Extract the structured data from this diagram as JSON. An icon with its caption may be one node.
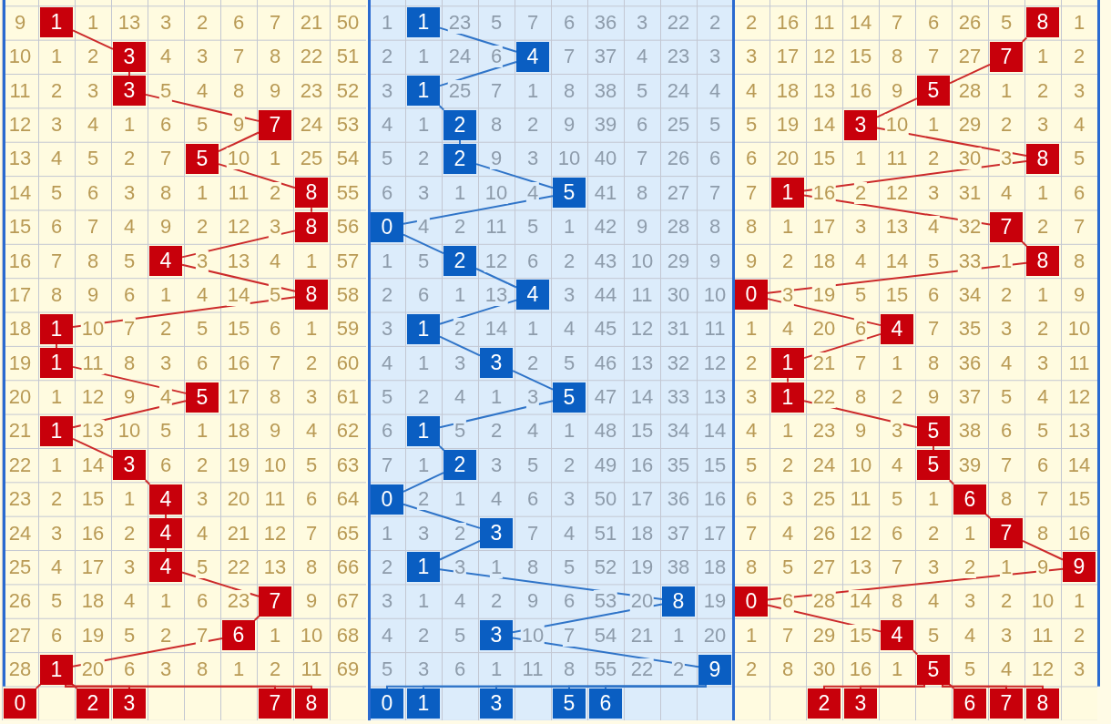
{
  "diagram": {
    "nodes": [
      {
        "text": [
          "1"
        ]
      },
      {
        "text": [
          "1"
        ]
      },
      {
        "text": [
          "8"
        ]
      },
      {
        "text": [
          "3"
        ]
      },
      {
        "text": [
          "4"
        ]
      },
      {
        "text": [
          "7"
        ]
      },
      {
        "text": [
          "3"
        ]
      },
      {
        "text": [
          "1"
        ]
      },
      {
        "text": [
          "5"
        ]
      },
      {
        "text": [
          "7"
        ]
      },
      {
        "text": [
          "2"
        ]
      },
      {
        "text": [
          "3"
        ]
      },
      {
        "text": [
          "5"
        ]
      },
      {
        "text": [
          "2"
        ]
      },
      {
        "text": [
          "8"
        ]
      },
      {
        "text": [
          "8"
        ]
      },
      {
        "text": [
          "5"
        ]
      },
      {
        "text": [
          "1"
        ]
      },
      {
        "text": [
          "8"
        ]
      },
      {
        "text": [
          "0"
        ]
      },
      {
        "text": [
          "7"
        ]
      },
      {
        "text": [
          "4"
        ]
      },
      {
        "text": [
          "2"
        ]
      },
      {
        "text": [
          "8"
        ]
      },
      {
        "text": [
          "8"
        ]
      },
      {
        "text": [
          "4"
        ]
      },
      {
        "text": [
          "0"
        ]
      },
      {
        "text": [
          "1"
        ]
      },
      {
        "text": [
          "1"
        ]
      },
      {
        "text": [
          "4"
        ]
      },
      {
        "text": [
          "1"
        ]
      },
      {
        "text": [
          "3"
        ]
      },
      {
        "text": [
          "1"
        ]
      },
      {
        "text": [
          "5"
        ]
      },
      {
        "text": [
          "5"
        ]
      },
      {
        "text": [
          "1"
        ]
      },
      {
        "text": [
          "1"
        ]
      },
      {
        "text": [
          "1"
        ]
      },
      {
        "text": [
          "5"
        ]
      },
      {
        "text": [
          "3"
        ]
      },
      {
        "text": [
          "2"
        ]
      },
      {
        "text": [
          "5"
        ]
      },
      {
        "text": [
          "4"
        ]
      },
      {
        "text": [
          "0"
        ]
      },
      {
        "text": [
          "6"
        ]
      },
      {
        "text": [
          "4"
        ]
      },
      {
        "text": [
          "3"
        ]
      },
      {
        "text": [
          "7"
        ]
      },
      {
        "text": [
          "4"
        ]
      },
      {
        "text": [
          "1"
        ]
      },
      {
        "text": [
          "9"
        ]
      },
      {
        "text": [
          "7"
        ]
      },
      {
        "text": [
          "8"
        ]
      },
      {
        "text": [
          "0"
        ]
      },
      {
        "text": [
          "6"
        ]
      },
      {
        "text": [
          "3"
        ]
      },
      {
        "text": [
          "4"
        ]
      },
      {
        "text": [
          "1"
        ]
      },
      {
        "text": [
          "9"
        ]
      },
      {
        "text": [
          "5"
        ]
      },
      {
        "text": [
          "0"
        ]
      },
      {
        "text": [
          "2"
        ]
      },
      {
        "text": [
          "3"
        ]
      },
      {
        "text": [
          "7"
        ]
      },
      {
        "text": [
          "8"
        ]
      },
      {
        "text": [
          "0"
        ]
      },
      {
        "text": [
          "1"
        ]
      },
      {
        "text": [
          "3"
        ]
      },
      {
        "text": [
          "5"
        ]
      },
      {
        "text": [
          "6"
        ]
      },
      {
        "text": [
          "2"
        ]
      },
      {
        "text": [
          "3"
        ]
      },
      {
        "text": [
          "6"
        ]
      },
      {
        "text": [
          "7"
        ]
      },
      {
        "text": [
          "8"
        ]
      }
    ],
    "edges": [
      {
        "from": 0,
        "to": 3,
        "arrow": "none"
      },
      {
        "from": 3,
        "to": 6,
        "arrow": "none"
      },
      {
        "from": 6,
        "to": 9,
        "arrow": "none"
      },
      {
        "from": 9,
        "to": 12,
        "arrow": "none"
      },
      {
        "from": 12,
        "to": 15,
        "arrow": "none"
      },
      {
        "from": 15,
        "to": 18,
        "arrow": "none"
      },
      {
        "from": 18,
        "to": 21,
        "arrow": "none"
      },
      {
        "from": 21,
        "to": 24,
        "arrow": "none"
      },
      {
        "from": 24,
        "to": 27,
        "arrow": "none"
      },
      {
        "from": 27,
        "to": 30,
        "arrow": "none"
      },
      {
        "from": 30,
        "to": 33,
        "arrow": "none"
      },
      {
        "from": 33,
        "to": 36,
        "arrow": "none"
      },
      {
        "from": 36,
        "to": 39,
        "arrow": "none"
      },
      {
        "from": 39,
        "to": 42,
        "arrow": "none"
      },
      {
        "from": 42,
        "to": 45,
        "arrow": "none"
      },
      {
        "from": 45,
        "to": 48,
        "arrow": "none"
      },
      {
        "from": 48,
        "to": 51,
        "arrow": "none"
      },
      {
        "from": 51,
        "to": 54,
        "arrow": "none"
      },
      {
        "from": 54,
        "to": 57,
        "arrow": "none"
      },
      {
        "from": 1,
        "to": 4,
        "arrow": "none",
        "color": "#2f74c8"
      },
      {
        "from": 4,
        "to": 7,
        "arrow": "none",
        "color": "#2f74c8"
      },
      {
        "from": 7,
        "to": 10,
        "arrow": "none",
        "color": "#2f74c8"
      },
      {
        "from": 10,
        "to": 13,
        "arrow": "none",
        "color": "#2f74c8"
      },
      {
        "from": 13,
        "to": 16,
        "arrow": "none",
        "color": "#2f74c8"
      },
      {
        "from": 16,
        "to": 19,
        "arrow": "none",
        "color": "#2f74c8"
      },
      {
        "from": 19,
        "to": 22,
        "arrow": "none",
        "color": "#2f74c8"
      },
      {
        "from": 22,
        "to": 25,
        "arrow": "none",
        "color": "#2f74c8"
      },
      {
        "from": 25,
        "to": 28,
        "arrow": "none",
        "color": "#2f74c8"
      },
      {
        "from": 28,
        "to": 31,
        "arrow": "none",
        "color": "#2f74c8"
      },
      {
        "from": 31,
        "to": 34,
        "arrow": "none",
        "color": "#2f74c8"
      },
      {
        "from": 34,
        "to": 37,
        "arrow": "none",
        "color": "#2f74c8"
      },
      {
        "from": 37,
        "to": 40,
        "arrow": "none",
        "color": "#2f74c8"
      },
      {
        "from": 40,
        "to": 43,
        "arrow": "none",
        "color": "#2f74c8"
      },
      {
        "from": 43,
        "to": 46,
        "arrow": "none",
        "color": "#2f74c8"
      },
      {
        "from": 46,
        "to": 49,
        "arrow": "none",
        "color": "#2f74c8"
      },
      {
        "from": 49,
        "to": 52,
        "arrow": "none",
        "color": "#2f74c8"
      },
      {
        "from": 52,
        "to": 55,
        "arrow": "none",
        "color": "#2f74c8"
      },
      {
        "from": 55,
        "to": 58,
        "arrow": "none",
        "color": "#2f74c8"
      },
      {
        "from": 2,
        "to": 5,
        "arrow": "none"
      },
      {
        "from": 5,
        "to": 8,
        "arrow": "none"
      },
      {
        "from": 8,
        "to": 11,
        "arrow": "none"
      },
      {
        "from": 11,
        "to": 14,
        "arrow": "none"
      },
      {
        "from": 14,
        "to": 17,
        "arrow": "none"
      },
      {
        "from": 17,
        "to": 20,
        "arrow": "none"
      },
      {
        "from": 20,
        "to": 23,
        "arrow": "none"
      },
      {
        "from": 23,
        "to": 26,
        "arrow": "none"
      },
      {
        "from": 26,
        "to": 29,
        "arrow": "none"
      },
      {
        "from": 29,
        "to": 32,
        "arrow": "none"
      },
      {
        "from": 32,
        "to": 35,
        "arrow": "none"
      },
      {
        "from": 35,
        "to": 38,
        "arrow": "none"
      },
      {
        "from": 38,
        "to": 41,
        "arrow": "none"
      },
      {
        "from": 41,
        "to": 44,
        "arrow": "none"
      },
      {
        "from": 44,
        "to": 47,
        "arrow": "none"
      },
      {
        "from": 47,
        "to": 50,
        "arrow": "none"
      },
      {
        "from": 50,
        "to": 53,
        "arrow": "none"
      },
      {
        "from": 53,
        "to": 56,
        "arrow": "none"
      },
      {
        "from": 56,
        "to": 59,
        "arrow": "none"
      },
      {
        "from": 57,
        "to": 60,
        "arrow": "none"
      },
      {
        "from": 57,
        "to": 61,
        "arrow": "none"
      },
      {
        "from": 57,
        "to": 62,
        "arrow": "none"
      },
      {
        "from": 57,
        "to": 63,
        "arrow": "none"
      },
      {
        "from": 57,
        "to": 64,
        "arrow": "none"
      },
      {
        "from": 58,
        "to": 65,
        "arrow": "none",
        "color": "#2f74c8"
      },
      {
        "from": 58,
        "to": 66,
        "arrow": "none",
        "color": "#2f74c8"
      },
      {
        "from": 58,
        "to": 67,
        "arrow": "none",
        "color": "#2f74c8"
      },
      {
        "from": 58,
        "to": 68,
        "arrow": "none",
        "color": "#2f74c8"
      },
      {
        "from": 58,
        "to": 69,
        "arrow": "none",
        "color": "#2f74c8"
      },
      {
        "from": 59,
        "to": 70,
        "arrow": "none"
      },
      {
        "from": 59,
        "to": 71,
        "arrow": "none"
      },
      {
        "from": 59,
        "to": 72,
        "arrow": "none"
      },
      {
        "from": 59,
        "to": 73,
        "arrow": "none"
      },
      {
        "from": 59,
        "to": 74,
        "arrow": "none"
      }
    ],
    "labels": [
      "9",
      "1",
      "13",
      "3",
      "2",
      "6",
      "7",
      "21",
      "50",
      "1",
      "23",
      "5",
      "7",
      "6",
      "36",
      "3",
      "22",
      "2",
      "2",
      "16",
      "11",
      "14",
      "7",
      "6",
      "26",
      "5",
      "1",
      "10",
      "1",
      "2",
      "4",
      "3",
      "7",
      "8",
      "22",
      "51",
      "2",
      "1",
      "24",
      "6",
      "7",
      "37",
      "4",
      "23",
      "3",
      "3",
      "17",
      "12",
      "15",
      "8",
      "7",
      "27",
      "1",
      "2",
      "11",
      "2",
      "3",
      "5",
      "4",
      "8",
      "9",
      "23",
      "52",
      "3",
      "25",
      "7",
      "1",
      "8",
      "38",
      "5",
      "24",
      "4",
      "4",
      "18",
      "13",
      "16",
      "9",
      "28",
      "1",
      "2",
      "3",
      "12",
      "3",
      "4",
      "1",
      "6",
      "5",
      "9",
      "24",
      "53",
      "4",
      "1",
      "8",
      "2",
      "9",
      "39",
      "6",
      "25",
      "5",
      "5",
      "19",
      "14",
      "10",
      "1",
      "29",
      "2",
      "3",
      "4",
      "13",
      "4",
      "5",
      "2",
      "7",
      "10",
      "1",
      "25",
      "54",
      "5",
      "2",
      "9",
      "3",
      "10",
      "40",
      "7",
      "26",
      "6",
      "6",
      "20",
      "15",
      "1",
      "11",
      "2",
      "30",
      "3",
      "5",
      "14",
      "5",
      "6",
      "3",
      "8",
      "1",
      "11",
      "2",
      "55",
      "6",
      "3",
      "1",
      "10",
      "4",
      "41",
      "8",
      "27",
      "7",
      "7",
      "16",
      "2",
      "12",
      "3",
      "31",
      "4",
      "1",
      "6",
      "15",
      "6",
      "7",
      "4",
      "9",
      "2",
      "12",
      "3",
      "56",
      "4",
      "2",
      "11",
      "5",
      "1",
      "42",
      "9",
      "28",
      "8",
      "8",
      "1",
      "17",
      "3",
      "13",
      "4",
      "32",
      "2",
      "7",
      "16",
      "7",
      "8",
      "5",
      "3",
      "13",
      "4",
      "1",
      "57",
      "1",
      "5",
      "12",
      "6",
      "2",
      "43",
      "10",
      "29",
      "9",
      "9",
      "2",
      "18",
      "4",
      "14",
      "5",
      "33",
      "1",
      "8",
      "17",
      "8",
      "9",
      "6",
      "1",
      "4",
      "14",
      "5",
      "58",
      "2",
      "6",
      "1",
      "13",
      "3",
      "44",
      "11",
      "30",
      "10",
      "3",
      "19",
      "5",
      "15",
      "6",
      "34",
      "2",
      "1",
      "9",
      "18",
      "10",
      "7",
      "2",
      "5",
      "15",
      "6",
      "1",
      "59",
      "3",
      "2",
      "14",
      "1",
      "4",
      "45",
      "12",
      "31",
      "11",
      "1",
      "4",
      "20",
      "6",
      "7",
      "35",
      "3",
      "2",
      "10",
      "19",
      "11",
      "8",
      "3",
      "6",
      "16",
      "7",
      "2",
      "60",
      "4",
      "1",
      "3",
      "2",
      "5",
      "46",
      "13",
      "32",
      "12",
      "2",
      "21",
      "7",
      "1",
      "8",
      "36",
      "4",
      "3",
      "11",
      "20",
      "1",
      "12",
      "9",
      "4",
      "17",
      "8",
      "3",
      "61",
      "5",
      "2",
      "4",
      "1",
      "3",
      "47",
      "14",
      "33",
      "13",
      "3",
      "22",
      "8",
      "2",
      "9",
      "37",
      "5",
      "4",
      "12",
      "21",
      "13",
      "10",
      "5",
      "1",
      "18",
      "9",
      "4",
      "62",
      "6",
      "5",
      "2",
      "4",
      "1",
      "48",
      "15",
      "34",
      "14",
      "4",
      "1",
      "23",
      "9",
      "3",
      "38",
      "6",
      "5",
      "13",
      "22",
      "1",
      "14",
      "6",
      "2",
      "19",
      "10",
      "5",
      "63",
      "7",
      "1",
      "3",
      "5",
      "2",
      "49",
      "16",
      "35",
      "15",
      "5",
      "2",
      "24",
      "10",
      "4",
      "39",
      "7",
      "6",
      "14",
      "23",
      "2",
      "15",
      "1",
      "3",
      "20",
      "11",
      "6",
      "64",
      "2",
      "1",
      "4",
      "6",
      "3",
      "50",
      "17",
      "36",
      "16",
      "6",
      "3",
      "25",
      "11",
      "5",
      "1",
      "8",
      "7",
      "15",
      "24",
      "3",
      "16",
      "2",
      "4",
      "21",
      "12",
      "7",
      "65",
      "1",
      "3",
      "2",
      "7",
      "4",
      "51",
      "18",
      "37",
      "17",
      "7",
      "4",
      "26",
      "12",
      "6",
      "2",
      "1",
      "8",
      "16",
      "25",
      "4",
      "17",
      "3",
      "5",
      "22",
      "13",
      "8",
      "66",
      "2",
      "3",
      "1",
      "8",
      "5",
      "52",
      "19",
      "38",
      "18",
      "8",
      "5",
      "27",
      "13",
      "7",
      "3",
      "2",
      "1",
      "9",
      "26",
      "5",
      "18",
      "4",
      "1",
      "6",
      "23",
      "9",
      "67",
      "3",
      "1",
      "4",
      "2",
      "9",
      "6",
      "53",
      "20",
      "19",
      "6",
      "28",
      "14",
      "8",
      "4",
      "3",
      "2",
      "10",
      "1",
      "27",
      "6",
      "19",
      "5",
      "2",
      "7",
      "1",
      "10",
      "68",
      "4",
      "2",
      "5",
      "10",
      "7",
      "54",
      "21",
      "1",
      "20",
      "1",
      "7",
      "29",
      "15",
      "5",
      "4",
      "3",
      "11",
      "2",
      "28",
      "20",
      "6",
      "3",
      "8",
      "1",
      "2",
      "11",
      "69",
      "5",
      "3",
      "6",
      "1",
      "11",
      "8",
      "55",
      "22",
      "2",
      "2",
      "8",
      "30",
      "16",
      "1",
      "5",
      "4",
      "12",
      "3"
    ]
  }
}
